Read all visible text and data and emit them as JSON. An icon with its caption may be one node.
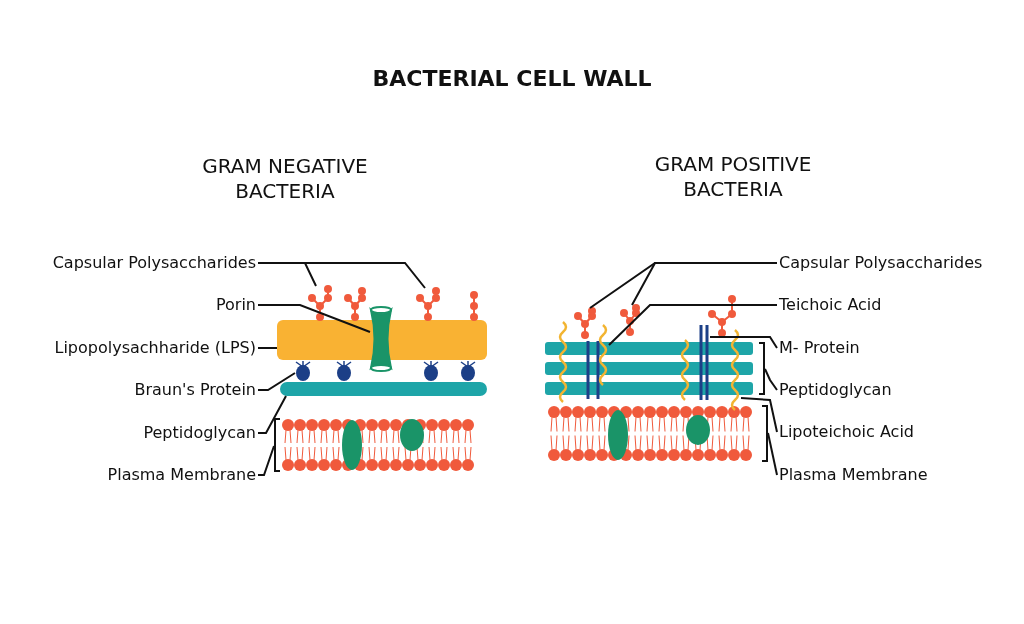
{
  "diagram": {
    "title": "BACTERIAL CELL WALL",
    "nodes": [
      {
        "text": [
          "Capsular Polysaccharides"
        ]
      },
      {
        "text": [
          "Porin"
        ]
      },
      {
        "text": [
          "Lipopolysachharide (LPS)"
        ]
      },
      {
        "text": [
          "Braun's Protein"
        ]
      },
      {
        "text": [
          "Peptidoglycan"
        ]
      },
      {
        "text": [
          "Plasma Membrane"
        ]
      },
      {
        "text": [],
        "shape": "picture"
      },
      {
        "text": [],
        "shape": "picture"
      },
      {
        "text": [],
        "shape": "picture"
      },
      {
        "text": [],
        "shape": "bar"
      },
      {
        "text": [],
        "shape": "circle"
      },
      {
        "text": [],
        "shape": "bar"
      },
      {
        "text": [],
        "shape": "picture"
      },
      {
        "text": [
          "Capsular Polysaccharides"
        ]
      },
      {
        "text": [
          "Teichoic Acid"
        ]
      },
      {
        "text": [
          "M- Protein"
        ]
      },
      {
        "text": [
          "Peptidoglycan"
        ]
      },
      {
        "text": [
          "Lipoteichoic Acid"
        ]
      },
      {
        "text": [
          "Plasma Membrane"
        ]
      },
      {
        "text": [],
        "shape": "picture"
      },
      {
        "text": [],
        "shape": "picture"
      },
      {
        "text": [],
        "shape": "picture"
      },
      {
        "text": [],
        "shape": "picture"
      },
      {
        "text": [],
        "shape": "picture"
      },
      {
        "text": [],
        "shape": "picture"
      },
      {
        "text": [],
        "shape": "picture"
      }
    ],
    "edges": [
      {
        "from": 0,
        "to": 6,
        "arrow": "none"
      },
      {
        "from": 0,
        "to": 7,
        "arrow": "none"
      },
      {
        "from": 1,
        "to": 8,
        "arrow": "none"
      },
      {
        "from": 2,
        "to": 9,
        "arrow": "none"
      },
      {
        "from": 3,
        "to": 10,
        "arrow": "none"
      },
      {
        "from": 4,
        "to": 11,
        "arrow": "none"
      },
      {
        "from": 5,
        "to": 12,
        "arrow": "none"
      },
      {
        "from": 13,
        "to": 19,
        "arrow": "none"
      },
      {
        "from": 13,
        "to": 20,
        "arrow": "none"
      },
      {
        "from": 14,
        "to": 21,
        "arrow": "none"
      },
      {
        "from": 15,
        "to": 22,
        "arrow": "none"
      },
      {
        "from": 16,
        "to": 23,
        "arrow": "none"
      },
      {
        "from": 17,
        "to": 24,
        "arrow": "none"
      },
      {
        "from": 18,
        "to": 25,
        "arrow": "none"
      }
    ],
    "labels": [
      "GRAM NEGATIVE BACTERIA",
      "GRAM POSITIVE BACTERIA"
    ]
  }
}
